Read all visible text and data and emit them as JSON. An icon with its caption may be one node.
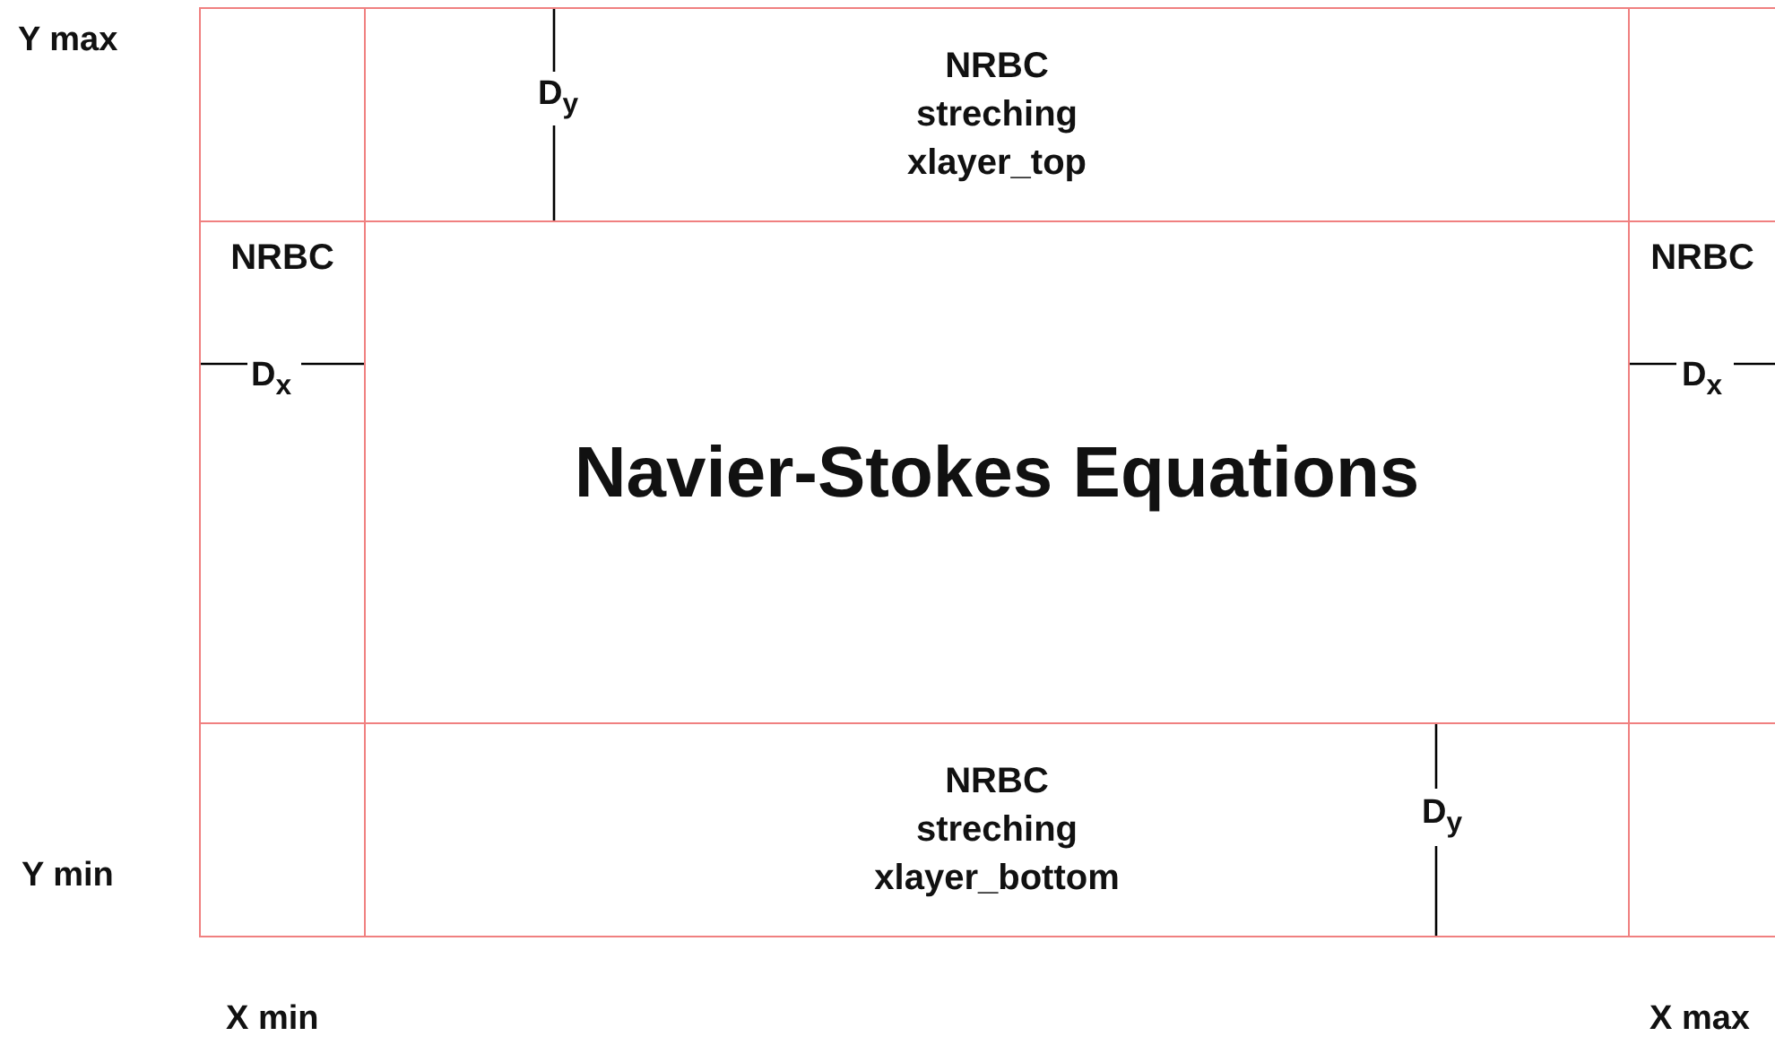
{
  "diagram": {
    "nodes": [
      {
        "text": [],
        "shape": "box"
      },
      {
        "text": [
          "NRBC streching xlayer_top"
        ]
      },
      {
        "text": [],
        "shape": "box"
      },
      {
        "text": [
          "NRBC"
        ]
      },
      {
        "text": [
          "Navier-Stokes Equations"
        ]
      },
      {
        "text": [
          "NRBC"
        ]
      },
      {
        "text": [],
        "shape": "box"
      },
      {
        "text": [
          "NRBC streching xlayer_bottom"
        ]
      },
      {
        "text": [],
        "shape": "box"
      }
    ],
    "edges": [],
    "labels": [
      "Y max",
      "D$_{y}$",
      "D$_{x}$",
      "D$_{x}$",
      "D$_{y}$",
      "Y min",
      "X min",
      "X max"
    ]
  }
}
